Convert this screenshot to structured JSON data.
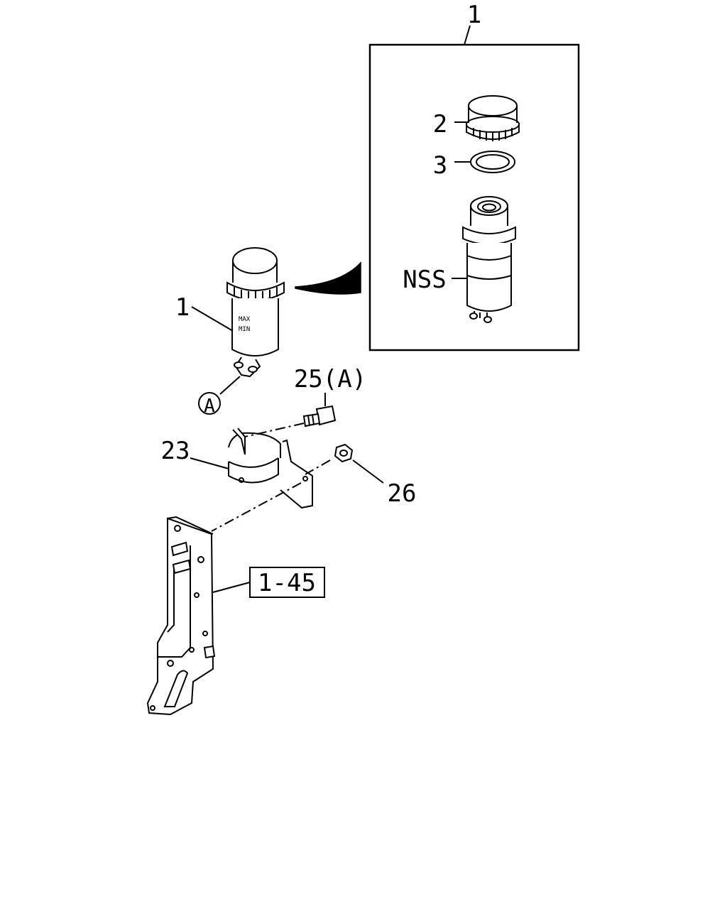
{
  "callouts": {
    "kit_top": "1",
    "cap": "2",
    "seal": "3",
    "nss": "NSS",
    "reservoir": "1",
    "a_marker": "A",
    "bolt": "25(A)",
    "bracket": "23",
    "nut": "26",
    "ref_box": "1-45"
  },
  "reservoir_labels": {
    "max": "MAX",
    "min": "MIN"
  }
}
